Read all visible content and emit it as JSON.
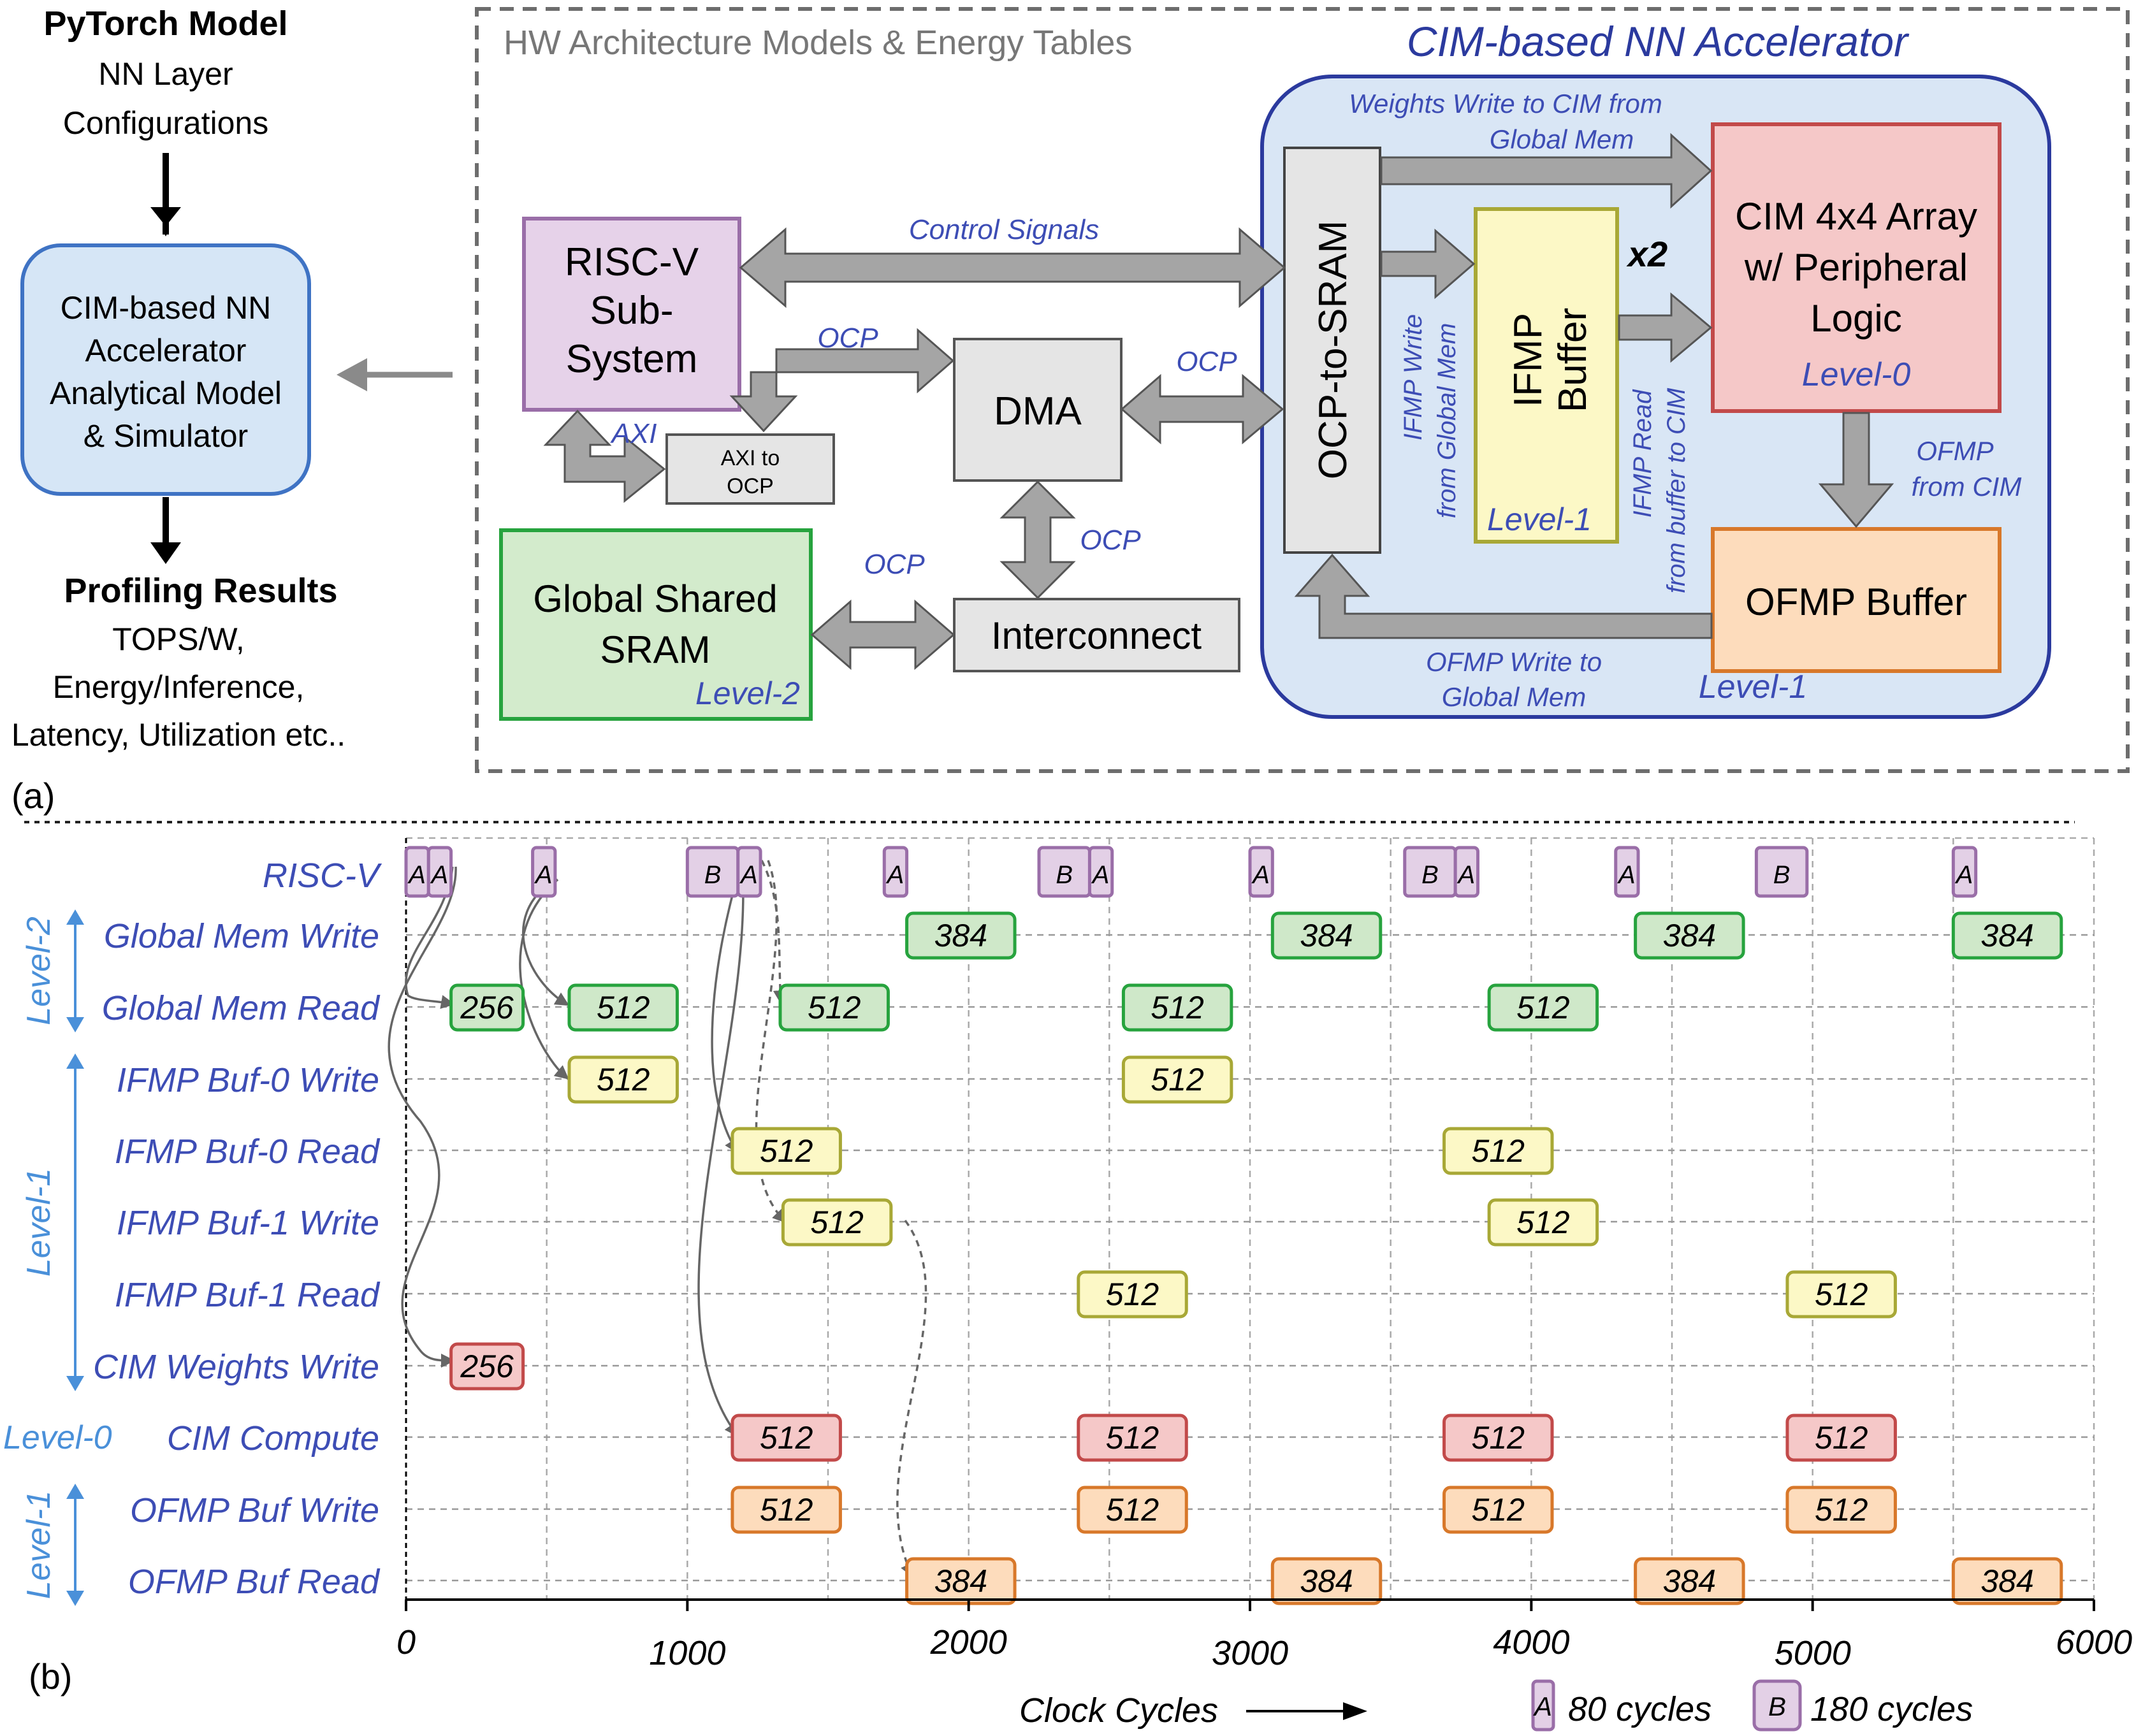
{
  "colors": {
    "accent_blue": "#2b3a9e",
    "label_blue": "#3d4db5",
    "level_blue": "#4a90d9",
    "purple_fill": "#e3d0e6",
    "purple_edge": "#9a6ea8",
    "green_fill": "#cfe8c9",
    "green_edge": "#27a33e",
    "yellow_fill": "#fcf8c6",
    "yellow_edge": "#a8a836",
    "red_fill": "#f5c8c8",
    "red_edge": "#c24a4a",
    "orange_fill": "#fddcbc",
    "orange_edge": "#d8782a",
    "gray_fill": "#e5e5e5",
    "arrow_gray": "#9b9b9b"
  },
  "partA": {
    "flow": {
      "top_title": "PyTorch Model",
      "top_lines": [
        "NN Layer",
        "Configurations"
      ],
      "model_box": [
        "CIM-based NN",
        "Accelerator",
        "Analytical Model",
        "& Simulator"
      ],
      "bottom_title": "Profiling Results",
      "bottom_lines": [
        "TOPS/W,",
        "Energy/Inference,",
        "Latency, Utilization etc.."
      ]
    },
    "hw_title": "HW Architecture Models & Energy Tables",
    "accel_title": "CIM-based NN Accelerator",
    "riscv": [
      "RISC-V",
      "Sub-",
      "System"
    ],
    "axi_ocp": [
      "AXI to",
      "OCP"
    ],
    "dma": "DMA",
    "interconnect": "Interconnect",
    "sram": [
      "Global Shared",
      "SRAM"
    ],
    "sram_level": "Level-2",
    "ocp_sram": "OCP-to-SRAM",
    "ifmp": [
      "IFMP",
      "Buffer"
    ],
    "ifmp_level": "Level-1",
    "x2": "x2",
    "cim": [
      "CIM 4x4 Array",
      "w/ Peripheral",
      "Logic"
    ],
    "cim_level": "Level-0",
    "ofmp": "OFMP Buffer",
    "ofmp_level": "Level-1",
    "labels": {
      "control": "Control Signals",
      "ocp1": "OCP",
      "ocp2": "OCP",
      "ocp3": "OCP",
      "ocp4": "OCP",
      "axi": "AXI",
      "weights": [
        "Weights Write to CIM from",
        "Global Mem"
      ],
      "ifmp_write": [
        "IFMP Write",
        "from Global Mem"
      ],
      "ifmp_read": [
        "IFMP Read",
        "from buffer to CIM"
      ],
      "ofmp_from": [
        "OFMP",
        "from CIM"
      ],
      "ofmp_write": [
        "OFMP Write to",
        "Global Mem"
      ]
    },
    "panel_label": "(a)"
  },
  "chart_data": {
    "type": "timeline",
    "panel_label": "(b)",
    "xlabel": "Clock Cycles",
    "xlim": [
      0,
      6000
    ],
    "xticks": [
      "0",
      "1000",
      "2000",
      "3000",
      "4000",
      "5000",
      "6000"
    ],
    "rows": [
      "RISC-V",
      "Global Mem Write",
      "Global Mem Read",
      "IFMP Buf-0 Write",
      "IFMP Buf-0 Read",
      "IFMP Buf-1 Write",
      "IFMP Buf-1 Read",
      "CIM Weights Write",
      "CIM Compute",
      "OFMP Buf Write",
      "OFMP Buf Read"
    ],
    "levels": [
      {
        "label": "Level-2",
        "from_row": 1,
        "to_row": 2
      },
      {
        "label": "Level-1",
        "from_row": 3,
        "to_row": 7
      },
      {
        "label": "Level-0",
        "from_row": 8,
        "to_row": 8
      },
      {
        "label": "Level-1",
        "from_row": 9,
        "to_row": 10
      }
    ],
    "riscv_events": [
      {
        "t": 0,
        "k": "A"
      },
      {
        "t": 80,
        "k": "A"
      },
      {
        "t": 450,
        "k": "A"
      },
      {
        "t": 1000,
        "k": "B"
      },
      {
        "t": 1180,
        "k": "A"
      },
      {
        "t": 1700,
        "k": "A"
      },
      {
        "t": 2250,
        "k": "B"
      },
      {
        "t": 2430,
        "k": "A"
      },
      {
        "t": 3000,
        "k": "A"
      },
      {
        "t": 3550,
        "k": "B"
      },
      {
        "t": 3730,
        "k": "A"
      },
      {
        "t": 4300,
        "k": "A"
      },
      {
        "t": 4800,
        "k": "B"
      },
      {
        "t": 5500,
        "k": "A"
      }
    ],
    "bars": [
      {
        "row": 1,
        "start": 1780,
        "len": 384,
        "label": "384"
      },
      {
        "row": 1,
        "start": 3080,
        "len": 384,
        "label": "384"
      },
      {
        "row": 1,
        "start": 4370,
        "len": 384,
        "label": "384"
      },
      {
        "row": 1,
        "start": 5500,
        "len": 384,
        "label": "384"
      },
      {
        "row": 2,
        "start": 160,
        "len": 256,
        "label": "256"
      },
      {
        "row": 2,
        "start": 580,
        "len": 384,
        "label": "512"
      },
      {
        "row": 2,
        "start": 1330,
        "len": 384,
        "label": "512"
      },
      {
        "row": 2,
        "start": 2550,
        "len": 384,
        "label": "512"
      },
      {
        "row": 2,
        "start": 3850,
        "len": 384,
        "label": "512"
      },
      {
        "row": 3,
        "start": 580,
        "len": 384,
        "label": "512"
      },
      {
        "row": 3,
        "start": 2550,
        "len": 384,
        "label": "512"
      },
      {
        "row": 4,
        "start": 1160,
        "len": 384,
        "label": "512"
      },
      {
        "row": 4,
        "start": 3690,
        "len": 384,
        "label": "512"
      },
      {
        "row": 5,
        "start": 1340,
        "len": 384,
        "label": "512"
      },
      {
        "row": 5,
        "start": 3850,
        "len": 384,
        "label": "512"
      },
      {
        "row": 6,
        "start": 2390,
        "len": 384,
        "label": "512"
      },
      {
        "row": 6,
        "start": 4910,
        "len": 384,
        "label": "512"
      },
      {
        "row": 7,
        "start": 160,
        "len": 256,
        "label": "256"
      },
      {
        "row": 8,
        "start": 1160,
        "len": 384,
        "label": "512"
      },
      {
        "row": 8,
        "start": 2390,
        "len": 384,
        "label": "512"
      },
      {
        "row": 8,
        "start": 3690,
        "len": 384,
        "label": "512"
      },
      {
        "row": 8,
        "start": 4910,
        "len": 384,
        "label": "512"
      },
      {
        "row": 9,
        "start": 1160,
        "len": 384,
        "label": "512"
      },
      {
        "row": 9,
        "start": 2390,
        "len": 384,
        "label": "512"
      },
      {
        "row": 9,
        "start": 3690,
        "len": 384,
        "label": "512"
      },
      {
        "row": 9,
        "start": 4910,
        "len": 384,
        "label": "512"
      },
      {
        "row": 10,
        "start": 1780,
        "len": 384,
        "label": "384"
      },
      {
        "row": 10,
        "start": 3080,
        "len": 384,
        "label": "384"
      },
      {
        "row": 10,
        "start": 4370,
        "len": 384,
        "label": "384"
      },
      {
        "row": 10,
        "start": 5500,
        "len": 384,
        "label": "384"
      }
    ],
    "legend": [
      {
        "k": "A",
        "text": "80 cycles"
      },
      {
        "k": "B",
        "text": "180 cycles"
      }
    ]
  }
}
